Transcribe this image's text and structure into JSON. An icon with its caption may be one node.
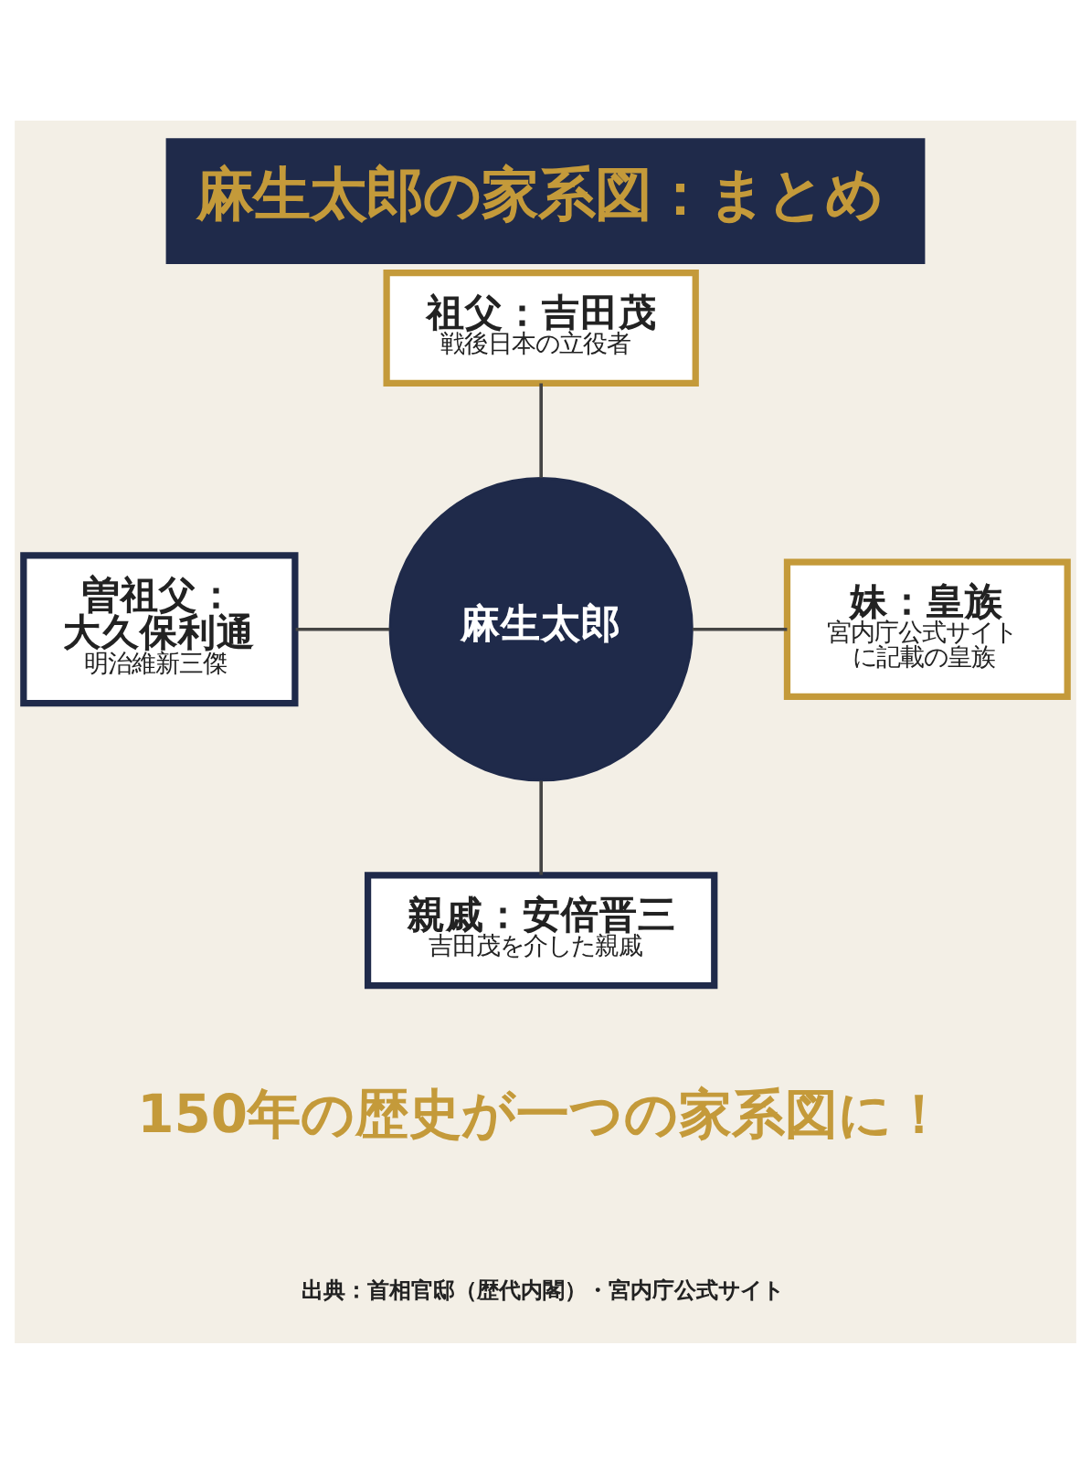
{
  "diagram": {
    "title": "麻生太郎の家系図：まとめ",
    "nodes": [
      {
        "text": [
          "麻生太郎"
        ]
      },
      {
        "text": [
          "祖父：吉田茂",
          "戦後日本の立役者"
        ]
      },
      {
        "text": [
          "曽祖父：大久保利通",
          "明治維新三傑"
        ]
      },
      {
        "text": [
          "妹：皇族",
          "宮内庁公式サイトに記載の皇族"
        ]
      },
      {
        "text": [
          "親戚：安倍晋三",
          "吉田茂を介した親戚"
        ]
      }
    ],
    "edges": [
      {
        "from": 1,
        "to": 0,
        "arrow": "none"
      },
      {
        "from": 2,
        "to": 0,
        "arrow": "none"
      },
      {
        "from": 0,
        "to": 3,
        "arrow": "none"
      },
      {
        "from": 0,
        "to": 4,
        "arrow": "none"
      }
    ],
    "labels": [
      "150年の歴史が一つの家系図に！",
      "出典：首相官邸（歴代内閣）・宮内庁公式サイト"
    ]
  }
}
